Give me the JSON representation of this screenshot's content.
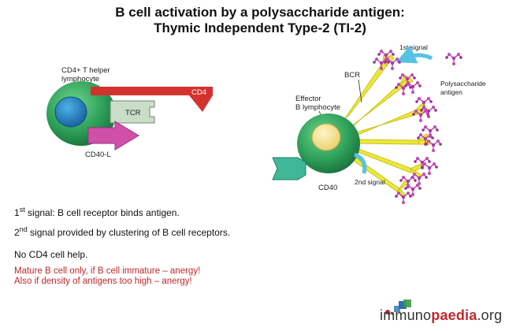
{
  "title": {
    "line1": "B cell activation by a polysaccharide antigen:",
    "line2": "Thymic Independent Type-2 (TI-2)"
  },
  "diagram": {
    "t_helper_label_line1": "CD4+ T helper",
    "t_helper_label_line2": "lymphocyte",
    "tcr_label": "TCR",
    "cd4_label": "CD4",
    "cd40l_label": "CD40-L",
    "first_signal_label": "1st signal",
    "bcr_label": "BCR",
    "polysaccharide_label_line1": "Polysaccharide",
    "polysaccharide_label_line2": "antigen",
    "effector_label_line1": "Effector",
    "effector_label_line2": "B lymphocyte",
    "second_signal_label": "2nd signal",
    "cd40_label": "CD40"
  },
  "text": {
    "line1_prefix": "1",
    "line1_sup": "st",
    "line1_rest": " signal: B cell receptor binds antigen.",
    "line2_prefix": "2",
    "line2_sup": "nd",
    "line2_rest": " signal provided by clustering of B cell receptors.",
    "line3": "No CD4 cell help.",
    "warning1": "Mature B cell only, if B cell immature – anergy!",
    "warning2": "Also if density of antigens too high – anergy!"
  },
  "logo": {
    "part1": "immuno",
    "part2": "paedia",
    "part3": ".org"
  },
  "colors": {
    "cell_green": "#2ea05a",
    "nucleus_blue": "#1f7bbd",
    "cd4_red": "#d2332f",
    "cd40l_magenta": "#d050a8",
    "bcr_yellow": "#ece83a",
    "antigen_magenta": "#b03aa8",
    "arrow_cyan": "#56c2e6",
    "warning_red": "#c0282d"
  }
}
